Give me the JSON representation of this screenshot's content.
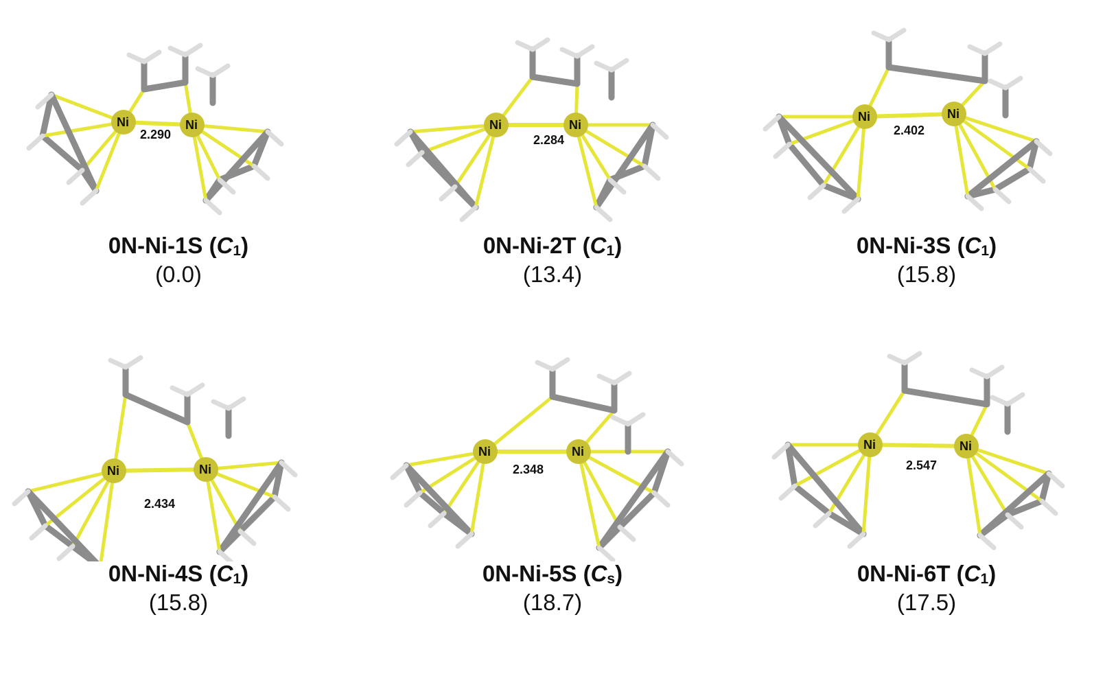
{
  "structures": [
    {
      "name": "0N-Ni-1S (",
      "group_symbol": "C",
      "group_sub": "1",
      "energy": "(0.0)",
      "ni_labels": [
        "Ni",
        "Ni"
      ],
      "distance": "2.290"
    },
    {
      "name": "0N-Ni-2T (",
      "group_symbol": "C",
      "group_sub": "1",
      "energy": "(13.4)",
      "ni_labels": [
        "Ni",
        "Ni"
      ],
      "distance": "2.284"
    },
    {
      "name": "0N-Ni-3S (",
      "group_symbol": "C",
      "group_sub": "1",
      "energy": "(15.8)",
      "ni_labels": [
        "Ni",
        "Ni"
      ],
      "distance": "2.402"
    },
    {
      "name": "0N-Ni-4S (",
      "group_symbol": "C",
      "group_sub": "1",
      "energy": "(15.8)",
      "ni_labels": [
        "Ni",
        "Ni"
      ],
      "distance": "2.434"
    },
    {
      "name": "0N-Ni-5S (",
      "group_symbol": "C",
      "group_sub": "s",
      "energy": "(18.7)",
      "ni_labels": [
        "Ni",
        "Ni"
      ],
      "distance": "2.348"
    },
    {
      "name": "0N-Ni-6T (",
      "group_symbol": "C",
      "group_sub": "1",
      "energy": "(17.5)",
      "ni_labels": [
        "Ni",
        "Ni"
      ],
      "distance": "2.547"
    }
  ],
  "colors": {
    "nickel": "#c9c234",
    "ni_bond": "#e6e63a",
    "carbon": "#8c8c8c",
    "hydrogen": "#dcdcdc"
  }
}
